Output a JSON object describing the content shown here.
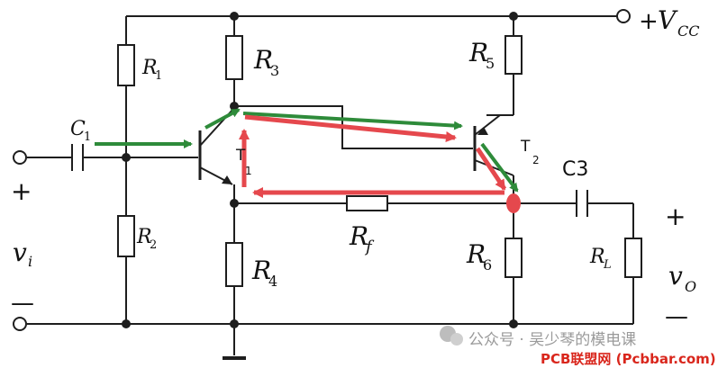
{
  "labels": {
    "vcc": "+",
    "vcc_v": "V",
    "vcc_sub": "CC",
    "c1": "C",
    "c1_sub": "1",
    "r1": "R",
    "r1_sub": "1",
    "r2": "R",
    "r2_sub": "2",
    "r3": "R",
    "r3_sub": "3",
    "r4": "R",
    "r4_sub": "4",
    "r5": "R",
    "r5_sub": "5",
    "r6": "R",
    "r6_sub": "6",
    "rf": "R",
    "rf_sub": "f",
    "rl": "R",
    "rl_sub": "L",
    "c3": "C3",
    "t1": "T",
    "t1_sub": "1",
    "t2": "T",
    "t2_sub": "2",
    "in_plus": "+",
    "in_minus": "—",
    "vi": "v",
    "vi_sub": "i",
    "out_plus": "+",
    "out_minus": "—",
    "vo": "v",
    "vo_sub": "O"
  },
  "watermark": {
    "channel": "公众号 · 吴少琴的模电课",
    "site": "PCB联盟网 (Pcbbar.com)"
  },
  "colors": {
    "wire": "#1e1e1e",
    "green_arrow": "#2e8b3a",
    "red_arrow": "#e5484d",
    "watermark_red": "#d9261c"
  }
}
